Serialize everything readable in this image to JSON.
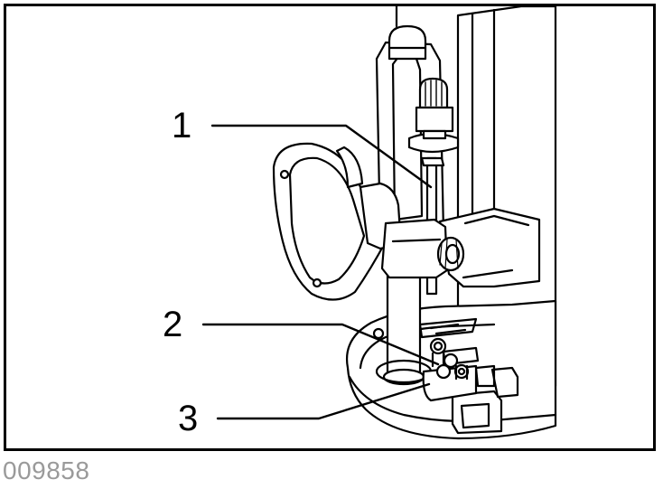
{
  "figure": {
    "callouts": [
      {
        "label": "1"
      },
      {
        "label": "2"
      },
      {
        "label": "3"
      }
    ],
    "figure_code": "009858"
  },
  "colors": {
    "line": "#000000",
    "background": "#ffffff",
    "figure_code": "#9a9a9a"
  }
}
